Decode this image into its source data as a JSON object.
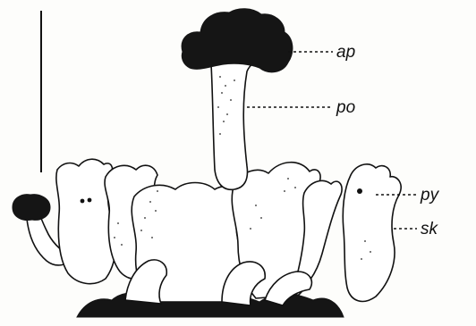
{
  "labels": {
    "ap": "ap",
    "po": "po",
    "py": "py",
    "sk": "sk"
  },
  "colors": {
    "ink": "#111111",
    "paper": "#fdfdfb"
  }
}
